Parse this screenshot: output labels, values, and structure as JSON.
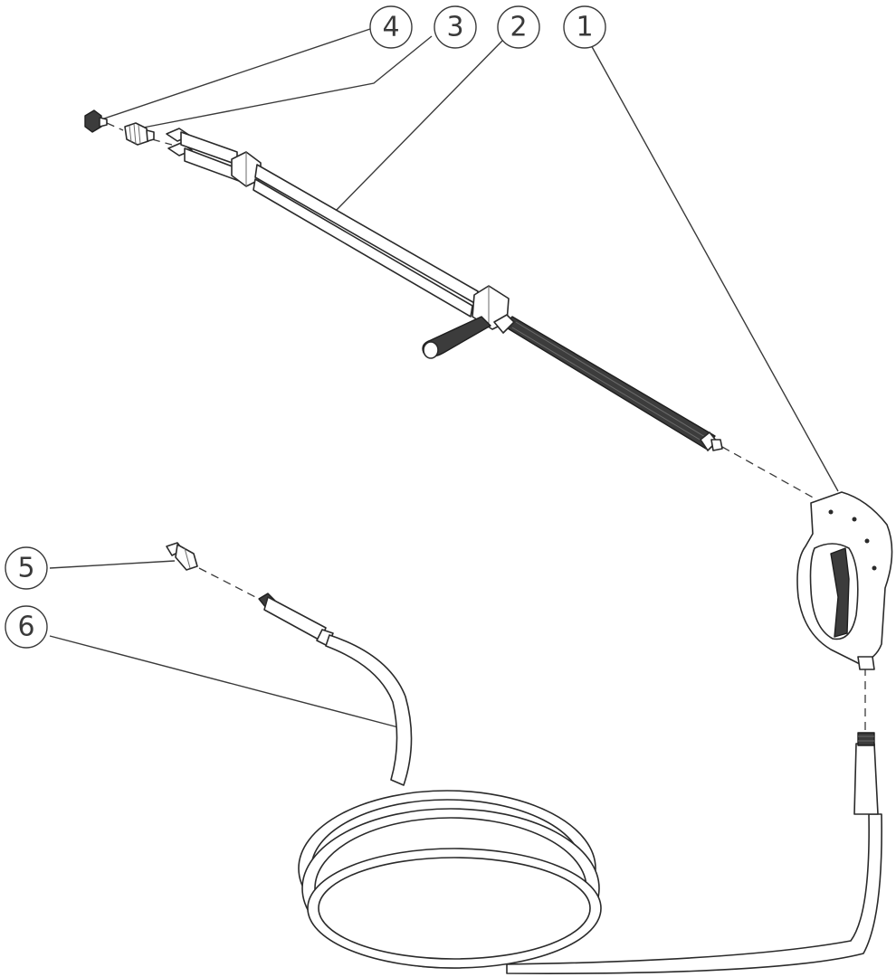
{
  "callouts": [
    {
      "id": "callout-1",
      "label": "1"
    },
    {
      "id": "callout-2",
      "label": "2"
    },
    {
      "id": "callout-3",
      "label": "3"
    },
    {
      "id": "callout-4",
      "label": "4"
    },
    {
      "id": "callout-5",
      "label": "5"
    },
    {
      "id": "callout-6",
      "label": "6"
    }
  ],
  "parts": [
    {
      "callout": "1",
      "name": "trigger-gun"
    },
    {
      "callout": "2",
      "name": "dual-lance-with-handle"
    },
    {
      "callout": "3",
      "name": "quick-connect-coupler"
    },
    {
      "callout": "4",
      "name": "spray-nozzle"
    },
    {
      "callout": "5",
      "name": "hose-fitting"
    },
    {
      "callout": "6",
      "name": "high-pressure-hose"
    }
  ],
  "colors": {
    "line": "#2a2a2a",
    "dark_fill": "#3c3c3c",
    "background": "#ffffff"
  }
}
